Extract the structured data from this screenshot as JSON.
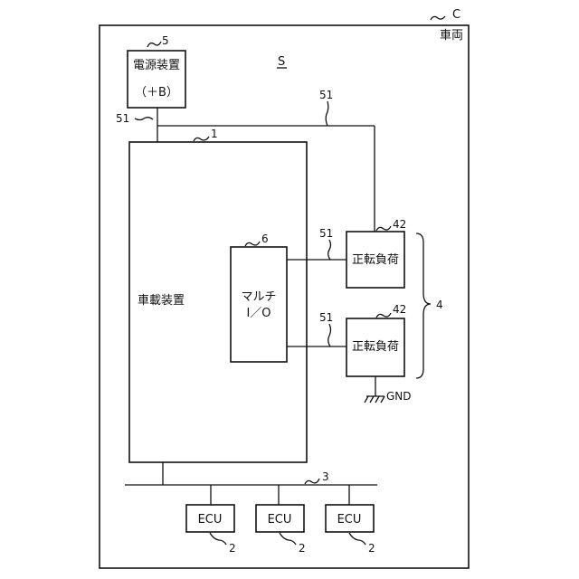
{
  "figure": {
    "vehicle_ref": "C",
    "vehicle_label": "車両",
    "system_label": "S",
    "power_supply": {
      "ref": "5",
      "label": "電源装置",
      "sublabel": "（＋B）"
    },
    "power_line_refs": [
      "51",
      "51"
    ],
    "onboard_device": {
      "ref": "1",
      "label": "車載装置"
    },
    "multi_io": {
      "ref": "6",
      "label_line1": "マルチ",
      "label_line2": "I／O"
    },
    "loads": [
      {
        "ref": "42",
        "label": "正転負荷",
        "line_ref": "51"
      },
      {
        "ref": "42",
        "label": "正転負荷",
        "line_ref": "51"
      }
    ],
    "load_group_ref": "4",
    "ground_label": "GND",
    "bus_ref": "3",
    "ecus": [
      {
        "label": "ECU",
        "ref": "2"
      },
      {
        "label": "ECU",
        "ref": "2"
      },
      {
        "label": "ECU",
        "ref": "2"
      }
    ]
  }
}
